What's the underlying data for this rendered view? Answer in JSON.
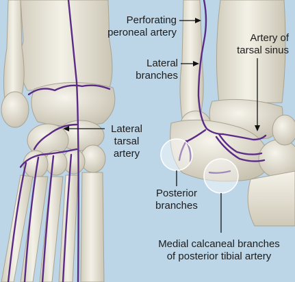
{
  "labels": {
    "perforating_peroneal_artery": [
      "Perforating",
      "peroneal artery"
    ],
    "lateral_branches": [
      "Lateral",
      "branches"
    ],
    "artery_of_tarsal_sinus": [
      "Artery of",
      "tarsal sinus"
    ],
    "lateral_tarsal_artery": [
      "Lateral",
      "tarsal",
      "artery"
    ],
    "posterior_branches": [
      "Posterior",
      "branches"
    ],
    "medial_calcaneal_branches": [
      "Medial calcaneal branches",
      "of posterior tibial artery"
    ]
  },
  "colors": {
    "background": "#bcd6e8",
    "bone": "#ece9dc",
    "bone_shadow": "#c9c4b4",
    "artery": "#5a2a86",
    "leader": "#111111",
    "callout_circle": "#ffffff"
  }
}
